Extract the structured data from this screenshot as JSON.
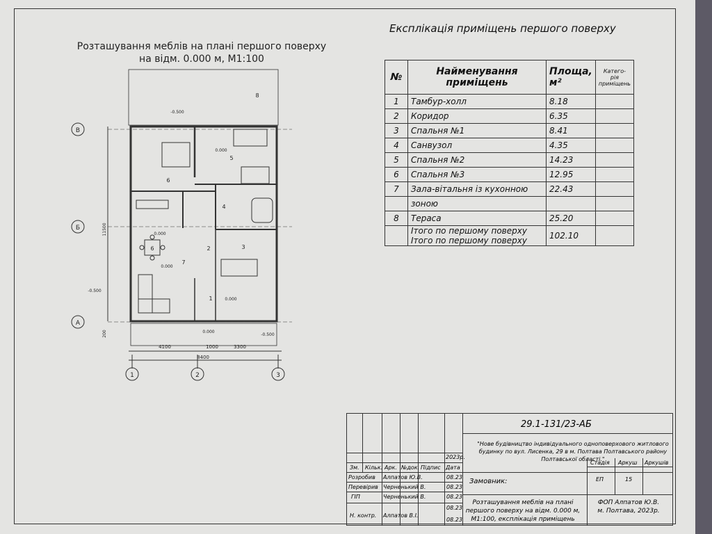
{
  "plan": {
    "title_line1": "Розташування меблів на плані першого поверху",
    "title_line2": "на відм. 0.000 м, М1:100",
    "axes_rows": [
      "В",
      "Б",
      "А"
    ],
    "axes_cols": [
      "1",
      "2",
      "3"
    ],
    "dims_bottom": [
      "4100",
      "1000",
      "3300"
    ],
    "dim_total": "8400",
    "dim_side": "11500",
    "dim_side_small": "200",
    "level_marks": [
      "-0.500",
      "0.000",
      "0.000",
      "0.000",
      "0.000",
      "-0.500",
      "-0.500",
      "0.000"
    ],
    "room_numbers": [
      "8",
      "5",
      "6",
      "4",
      "2",
      "3",
      "1",
      "7",
      "6"
    ]
  },
  "explication": {
    "title": "Експлікація приміщень першого поверху",
    "headers": {
      "no": "№",
      "name_line1": "Найменування",
      "name_line2": "приміщень",
      "area_line1": "Площа,",
      "area_line2": "м²",
      "cat_line1": "Катего-",
      "cat_line2": "рія",
      "cat_line3": "приміщень"
    },
    "rows": [
      {
        "no": "1",
        "name": "Тамбур-холл",
        "area": "8.18"
      },
      {
        "no": "2",
        "name": "Коридор",
        "area": "6.35"
      },
      {
        "no": "3",
        "name": "Спальня №1",
        "area": "8.41"
      },
      {
        "no": "4",
        "name": "Санвузол",
        "area": "4.35"
      },
      {
        "no": "5",
        "name": "Спальня №2",
        "area": "14.23"
      },
      {
        "no": "6",
        "name": "Спальня №3",
        "area": "12.95"
      },
      {
        "no": "7",
        "name": "Зала-вітальня із кухонною",
        "area": "22.43"
      },
      {
        "no": "",
        "name": "зоною",
        "area": ""
      },
      {
        "no": "8",
        "name": "Тераса",
        "area": "25.20"
      }
    ],
    "total_line1": "Ітого по першому поверху",
    "total_line2": "Ітого по першому поверху",
    "total_area": "102.10"
  },
  "stamp": {
    "code": "29.1-131/23-АБ",
    "project": "\"Нове будівництво індивідуального одноповерхового житлового будинку по вул. Лисенка, 29 в м. Полтава Полтавського району Полтавської області.\"",
    "year": "2023р.",
    "col_headers": [
      "Зм.",
      "Кільк.",
      "Арк.",
      "№док.",
      "Підпис",
      "Дата"
    ],
    "roles": [
      "Розробив",
      "Перевірив",
      "ГІП",
      "Н. контр."
    ],
    "names": [
      "Алпатов Ю.В.",
      "Черненький В.",
      "Черненький В.",
      "Алпатов В.І."
    ],
    "dates": [
      "08.23",
      "08.23",
      "08.23",
      "08.23",
      "08.23"
    ],
    "customer_label": "Замовник:",
    "stage_headers": [
      "Стадія",
      "Аркуш",
      "Аркушів"
    ],
    "stage": "ЕП",
    "sheet": "15",
    "drawing_title": "Розташування меблів на плані першого поверху на відм. 0.000 м, М1:100, експлікація приміщень",
    "org_line1": "ФОП Алпатов Ю.В.",
    "org_line2": "м. Полтава, 2023р."
  }
}
